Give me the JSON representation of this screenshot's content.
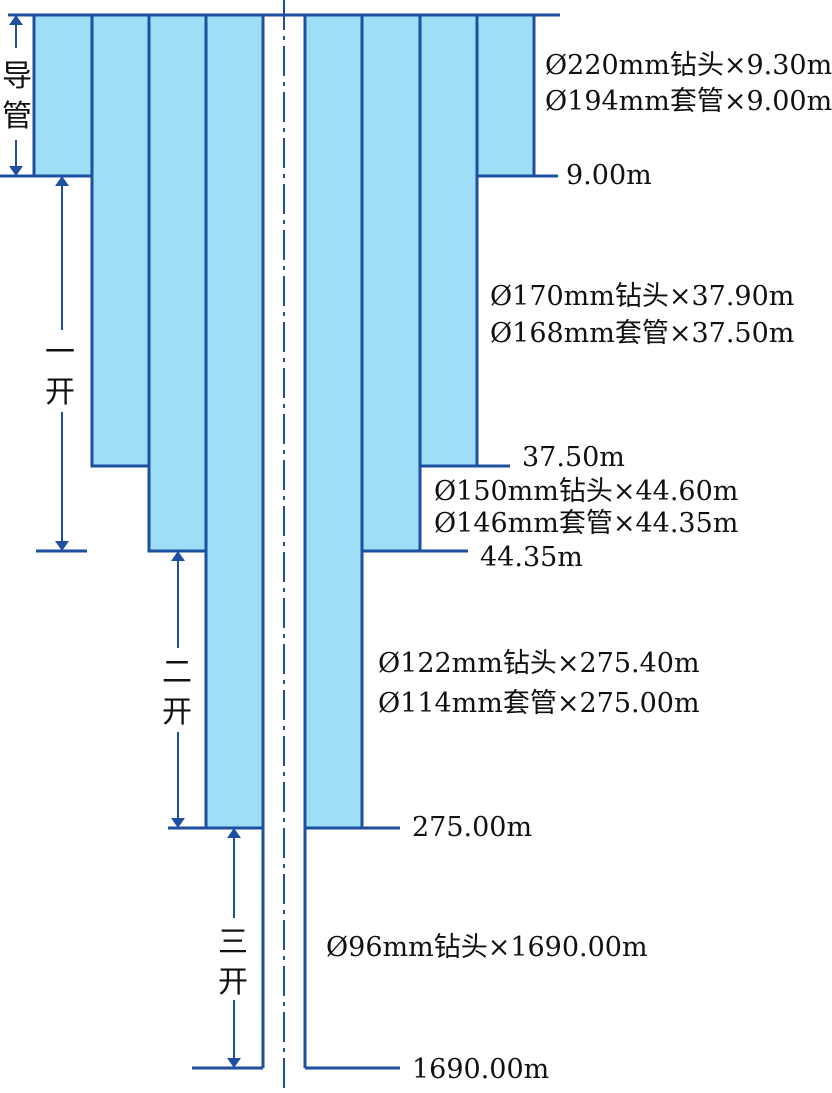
{
  "colors": {
    "fill": "#9edff7",
    "line": "#1f4fa0",
    "centerline": "#1f4fa0",
    "text": "#111111"
  },
  "stages": {
    "conductor": [
      "导",
      "管"
    ],
    "first": [
      "一",
      "开"
    ],
    "second": [
      "二",
      "开"
    ],
    "third": [
      "三",
      "开"
    ]
  },
  "specs": {
    "s220": "Ø220mm钻头×9.30m",
    "s194": "Ø194mm套管×9.00m",
    "s170": "Ø170mm钻头×37.90m",
    "s168": "Ø168mm套管×37.50m",
    "s150": "Ø150mm钻头×44.60m",
    "s146": "Ø146mm套管×44.35m",
    "s122": "Ø122mm钻头×275.40m",
    "s114": "Ø114mm套管×275.00m",
    "s96": "Ø96mm钻头×1690.00m"
  },
  "depths": {
    "d1": "9.00m",
    "d2": "37.50m",
    "d3": "44.35m",
    "d4": "275.00m",
    "d5": "1690.00m"
  }
}
